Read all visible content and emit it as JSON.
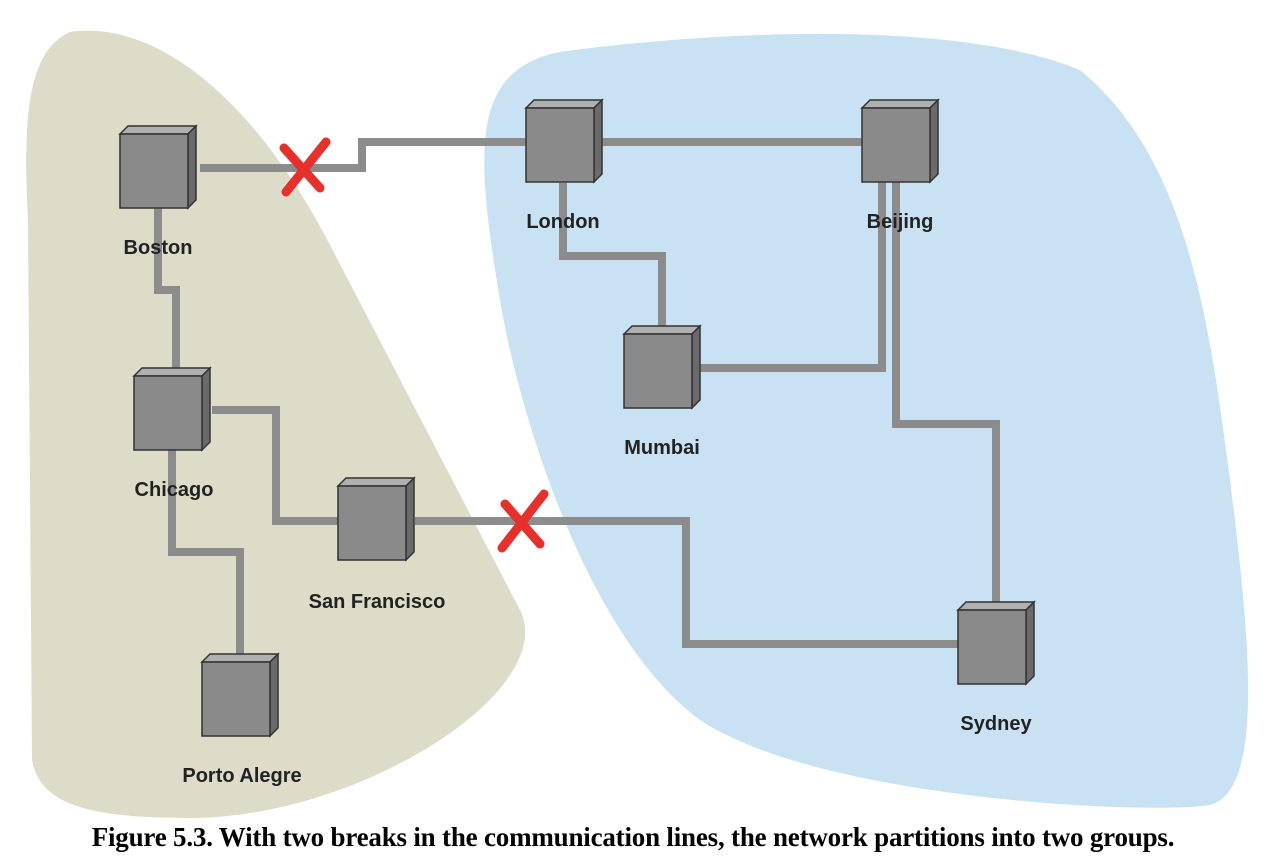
{
  "colors": {
    "region_left": "#dcdcc8",
    "region_right": "#c8e2f4",
    "link": "#8c8c8c",
    "node_front": "#8a8a8a",
    "node_side": "#6a6a6a",
    "node_top": "#b0b0b0",
    "break_mark": "#e8302a"
  },
  "groups": [
    {
      "name": "partition-left",
      "nodes": [
        "Boston",
        "Chicago",
        "San Francisco",
        "Porto Alegre"
      ]
    },
    {
      "name": "partition-right",
      "nodes": [
        "London",
        "Beijing",
        "Mumbai",
        "Sydney"
      ]
    }
  ],
  "nodes": [
    {
      "id": "boston",
      "label": "Boston"
    },
    {
      "id": "london",
      "label": "London"
    },
    {
      "id": "beijing",
      "label": "Beijing"
    },
    {
      "id": "mumbai",
      "label": "Mumbai"
    },
    {
      "id": "chicago",
      "label": "Chicago"
    },
    {
      "id": "san-francisco",
      "label": "San Francisco"
    },
    {
      "id": "porto-alegre",
      "label": "Porto Alegre"
    },
    {
      "id": "sydney",
      "label": "Sydney"
    }
  ],
  "links": [
    {
      "from": "boston",
      "to": "london",
      "broken": true
    },
    {
      "from": "london",
      "to": "beijing",
      "broken": false
    },
    {
      "from": "london",
      "to": "mumbai",
      "broken": false
    },
    {
      "from": "mumbai",
      "to": "beijing",
      "broken": false
    },
    {
      "from": "beijing",
      "to": "sydney",
      "broken": false
    },
    {
      "from": "boston",
      "to": "chicago",
      "broken": false
    },
    {
      "from": "chicago",
      "to": "san-francisco",
      "broken": false
    },
    {
      "from": "chicago",
      "to": "porto-alegre",
      "broken": false
    },
    {
      "from": "san-francisco",
      "to": "sydney",
      "broken": true
    }
  ],
  "caption": "Figure 5.3. With two breaks in the communication lines, the network partitions into two groups."
}
